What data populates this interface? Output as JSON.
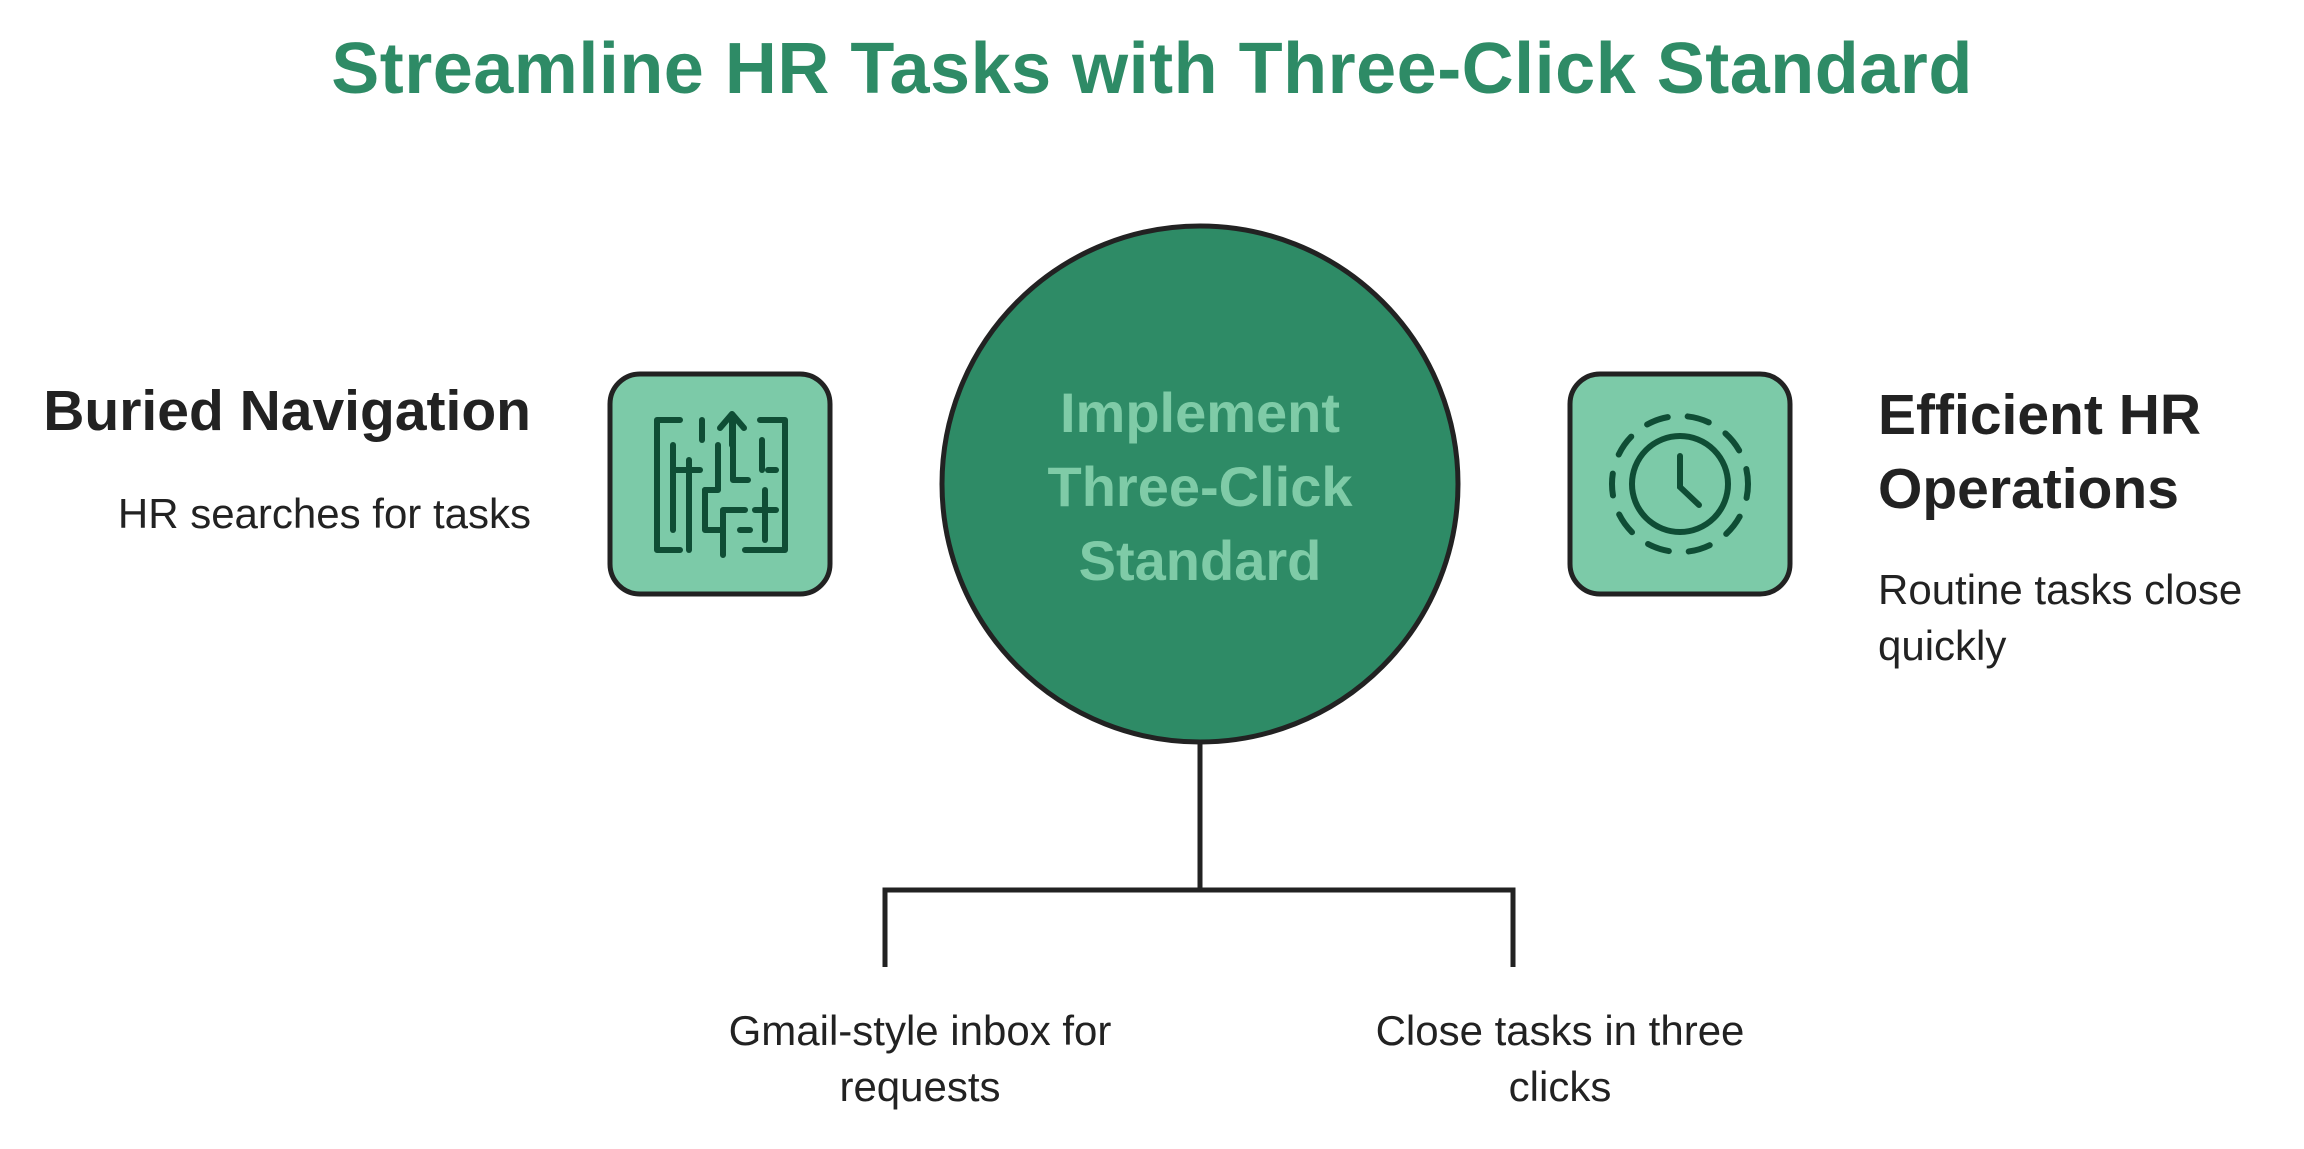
{
  "title": "Streamline HR Tasks with Three-Click Standard",
  "center": {
    "label": "Implement Three-Click Standard"
  },
  "left": {
    "heading": "Buried Navigation",
    "description": "HR searches for tasks",
    "icon": "maze-icon"
  },
  "right": {
    "heading": "Efficient HR Operations",
    "description": "Routine tasks close quickly",
    "icon": "clock-icon"
  },
  "branches": [
    {
      "label": "Gmail-style inbox for requests"
    },
    {
      "label": "Close tasks in three clicks"
    }
  ],
  "colors": {
    "title": "#2e8b66",
    "circle_fill": "#2e8b66",
    "circle_text": "#7fcba7",
    "icon_box_fill": "#7ccaa8",
    "icon_stroke": "#0f4d35",
    "outline": "#222222"
  }
}
